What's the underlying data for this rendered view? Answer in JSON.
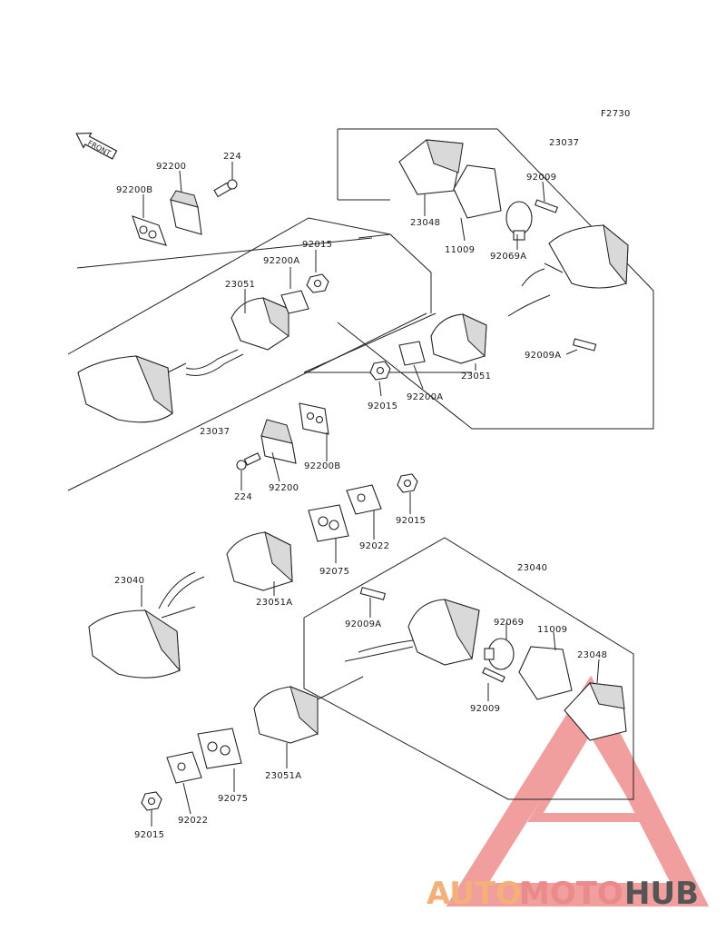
{
  "figure_code": "F2730",
  "front_arrow_text": "FRONT",
  "labels": {
    "l_23037_top": "23037",
    "l_92009_top": "92009",
    "l_23048_top": "23048",
    "l_11009_top": "11009",
    "l_92069A": "92069A",
    "l_92009A_right": "92009A",
    "l_23051_right": "23051",
    "l_92200A_right": "92200A",
    "l_92015_right": "92015",
    "l_224_top": "224",
    "l_92200_top": "92200",
    "l_92200B_top": "92200B",
    "l_92015_mid": "92015",
    "l_92200A_mid": "92200A",
    "l_23051_mid": "23051",
    "l_23037_mid": "23037",
    "l_92200B_mid": "92200B",
    "l_224_mid": "224",
    "l_92200_mid": "92200",
    "l_92015_low": "92015",
    "l_92022_low": "92022",
    "l_92075_low": "92075",
    "l_23040_left": "23040",
    "l_23051A_mid": "23051A",
    "l_23040_right": "23040",
    "l_92009A_low": "92009A",
    "l_92069": "92069",
    "l_11009_low": "11009",
    "l_23048_low": "23048",
    "l_92009_low": "92009",
    "l_23051A_low": "23051A",
    "l_92075_bottom": "92075",
    "l_92022_bottom": "92022",
    "l_92015_bottom": "92015"
  },
  "watermark": {
    "part1": "AUTO",
    "part2": "MOTO",
    "part3": "HUB"
  },
  "colors": {
    "line": "#222222",
    "watermark_orange": "#f4b078",
    "watermark_red": "#ea8a8a",
    "watermark_gray": "#555555"
  }
}
